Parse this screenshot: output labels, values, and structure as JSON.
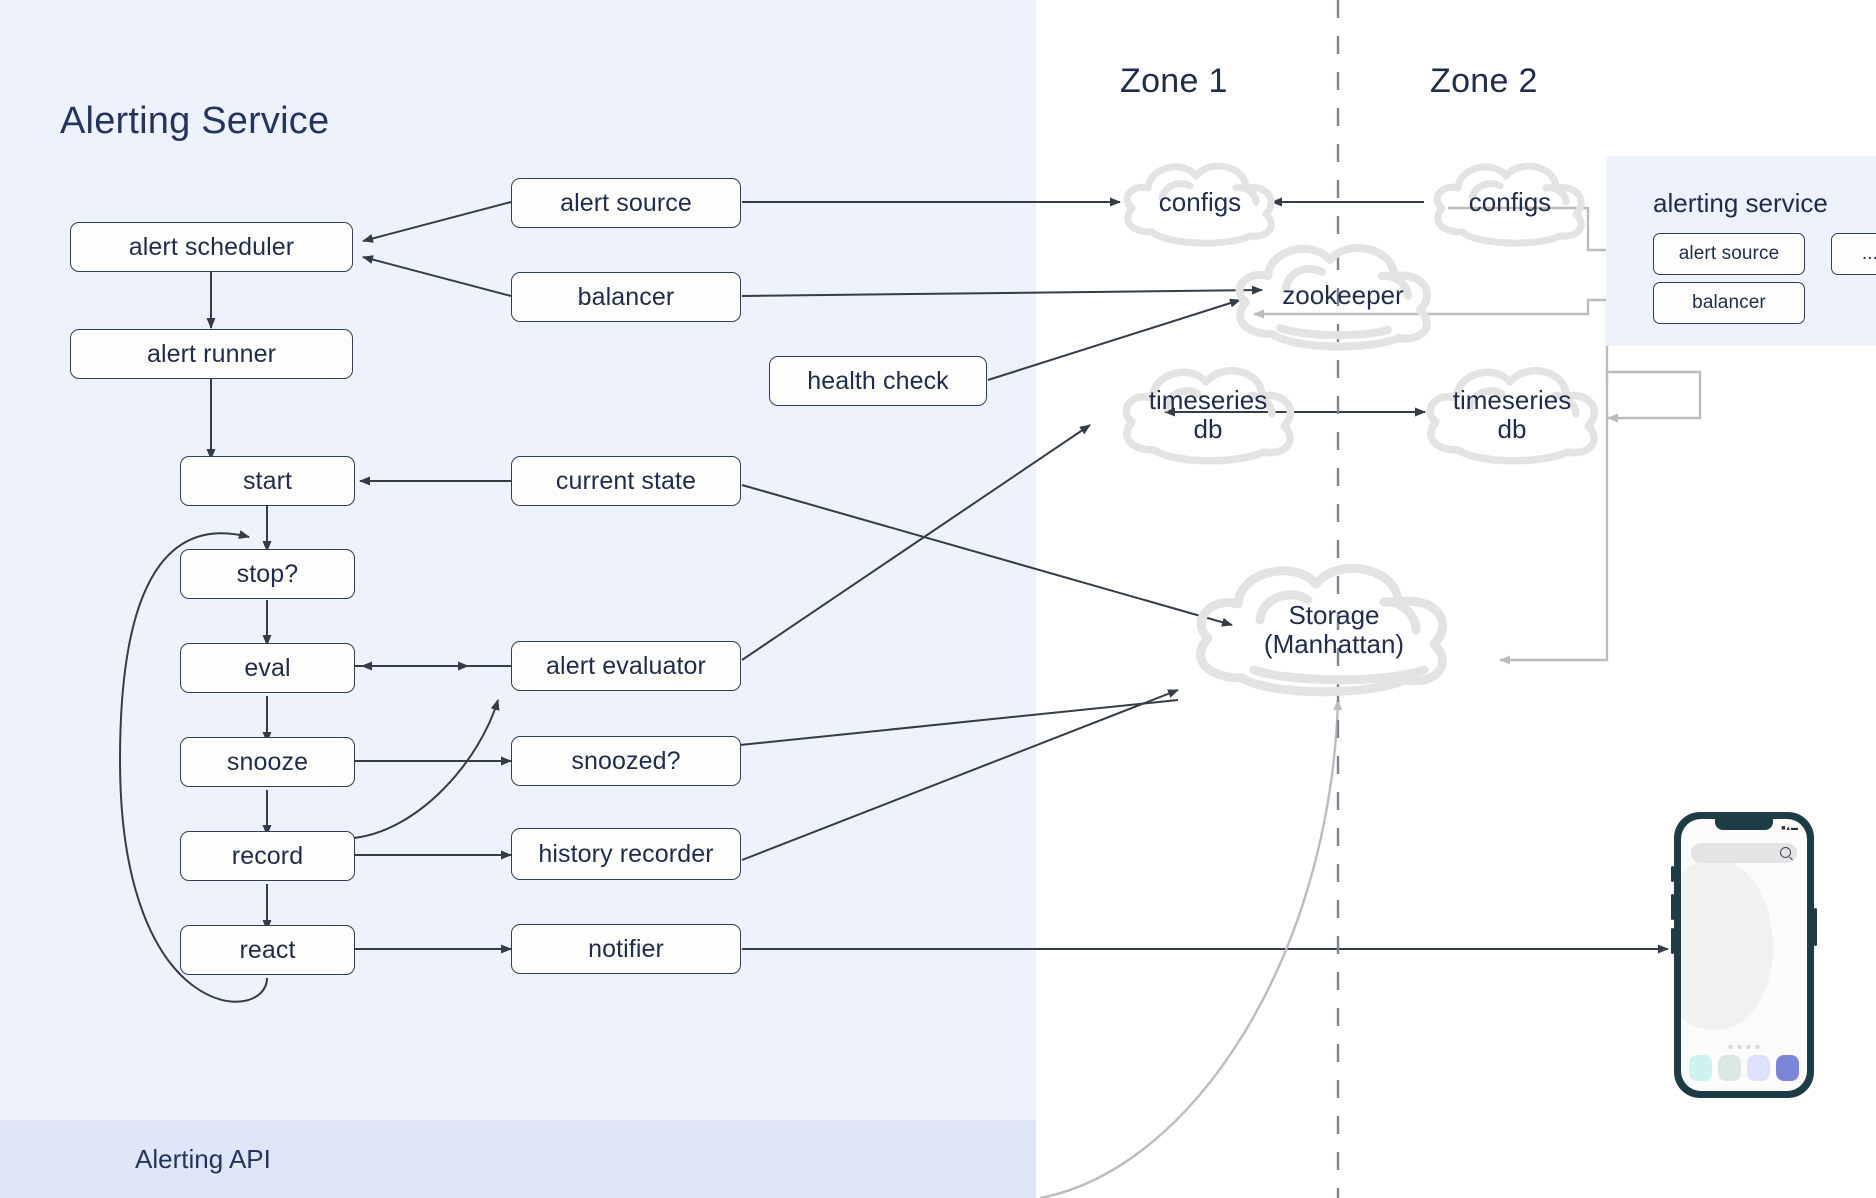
{
  "headings": {
    "alerting_service_title": "Alerting Service",
    "alerting_api_title": "Alerting API",
    "zone1": "Zone 1",
    "zone2": "Zone 2",
    "remote_service_title": "alerting service"
  },
  "colors": {
    "panel_left_bg": "#eef2fc",
    "panel_api_bg": "#dfe6fa",
    "node_border": "#2e3f57",
    "node_fill": "#fdfdfb",
    "text": "#1f2d4a",
    "cloud": "#e2e2e2",
    "arrow_dark": "#333c47",
    "arrow_light": "#bcbcbc",
    "phone_frame": "#1d3c46",
    "dock_1": "#cdf2ef",
    "dock_2": "#dbe9e3",
    "dock_3": "#dde2fa",
    "dock_4": "#7b86d8"
  },
  "pipeline": [
    {
      "name": "alert-scheduler",
      "label": "alert scheduler"
    },
    {
      "name": "alert-runner",
      "label": "alert runner"
    },
    {
      "name": "start",
      "label": "start"
    },
    {
      "name": "stop",
      "label": "stop?"
    },
    {
      "name": "eval",
      "label": "eval"
    },
    {
      "name": "snooze",
      "label": "snooze"
    },
    {
      "name": "record",
      "label": "record"
    },
    {
      "name": "react",
      "label": "react"
    }
  ],
  "components": [
    {
      "name": "alert-source",
      "label": "alert source"
    },
    {
      "name": "balancer",
      "label": "balancer"
    },
    {
      "name": "health-check",
      "label": "health check"
    },
    {
      "name": "current-state",
      "label": "current state"
    },
    {
      "name": "alert-evaluator",
      "label": "alert evaluator"
    },
    {
      "name": "snoozed",
      "label": "snoozed?"
    },
    {
      "name": "history-recorder",
      "label": "history recorder"
    },
    {
      "name": "notifier",
      "label": "notifier"
    }
  ],
  "clouds": [
    {
      "name": "configs-zone1",
      "label": "configs",
      "zone": "Zone 1"
    },
    {
      "name": "configs-zone2",
      "label": "configs",
      "zone": "Zone 2"
    },
    {
      "name": "zookeeper",
      "label": "zookeeper",
      "zone": "Zone 1"
    },
    {
      "name": "timeseries-db-zone1",
      "label": "timeseries\ndb",
      "zone": "Zone 1"
    },
    {
      "name": "timeseries-db-zone2",
      "label": "timeseries\ndb",
      "zone": "Zone 2"
    },
    {
      "name": "storage-manhattan",
      "label": "Storage\n(Manhattan)",
      "zone": "Zone 1"
    }
  ],
  "remote_service_nodes": [
    {
      "name": "remote-alert-source",
      "label": "alert source"
    },
    {
      "name": "remote-balancer",
      "label": "balancer"
    },
    {
      "name": "remote-more",
      "label": "..."
    }
  ],
  "phone": {
    "status_text": "■▴▬",
    "dot_count": 4,
    "dock_count": 4
  }
}
